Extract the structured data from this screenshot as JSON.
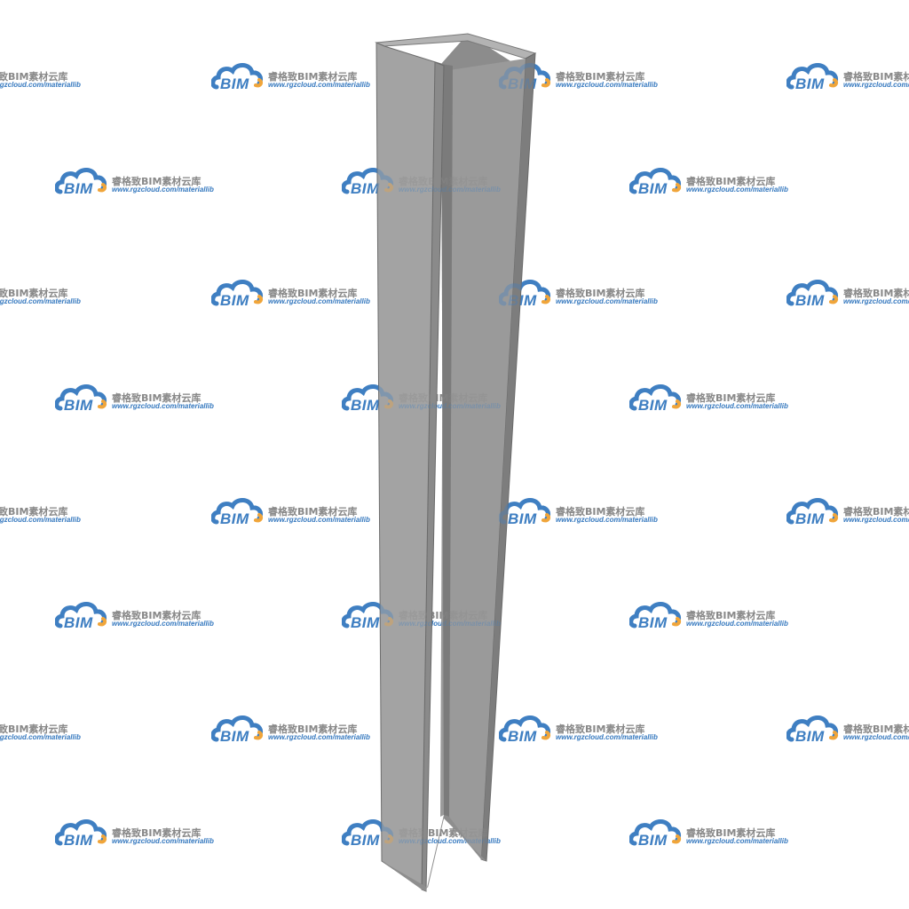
{
  "watermark": {
    "logo_text": "BIM",
    "brand_name": "睿格致BIM素材云库",
    "brand_url": "www.rgzcloud.com/materiallib",
    "logo_icon": "cloud-icon",
    "colors": {
      "cloud_blue": "#3f7fc2",
      "cloud_orange": "#f0a53a",
      "text_gray": "#8a8a8a"
    }
  },
  "model": {
    "type": "steel-channel-section",
    "colors": {
      "web_face": "#a3a3a3",
      "flange_outer": "#9b9b9b",
      "inner_shadow": "#7b7b7b",
      "top_face": "#b3b3b3",
      "edge": "#6e6e6e"
    }
  }
}
